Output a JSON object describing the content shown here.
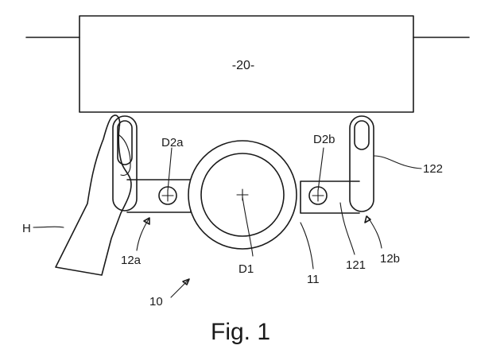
{
  "figure": {
    "caption": "Fig. 1",
    "labels": {
      "box": "-20-",
      "hand": "H",
      "left_pivot": "D2a",
      "right_pivot": "D2b",
      "center_axis": "D1",
      "right_handle": "122",
      "right_arm": "121",
      "left_grip": "12a",
      "right_grip": "12b",
      "ring": "11",
      "device": "10"
    }
  }
}
